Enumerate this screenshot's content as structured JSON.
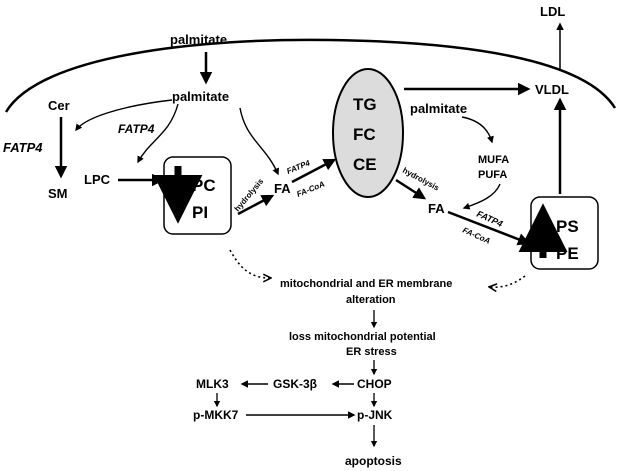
{
  "nodes": {
    "ldl": "LDL",
    "vldl": "VLDL",
    "palmitate_top": "palmitate",
    "palmitate_cell": "palmitate",
    "palmitate_right": "palmitate",
    "cer": "Cer",
    "sm": "SM",
    "fatp4_left": "FATP4",
    "fatp4_mid": "FATP4",
    "fatp4_small": "FATP4",
    "fatp4_right": "FATP4",
    "lpc": "LPC",
    "pc": "PC",
    "pi": "PI",
    "hydrolysis_left": "hydrolysis",
    "hydrolysis_right": "hydrolysis",
    "fa_left": "FA",
    "fa_right": "FA",
    "facoa_left": "FA-CoA",
    "facoa_right": "FA-CoA",
    "tg": "TG",
    "fc": "FC",
    "ce": "CE",
    "mufa": "MUFA",
    "pufa": "PUFA",
    "ps": "PS",
    "pe": "PE",
    "membrane_line1": "mitochondrial and ER membrane",
    "membrane_line2": "alteration",
    "loss_mito": "loss mitochondrial potential",
    "er_stress": "ER stress",
    "chop": "CHOP",
    "gsk": "GSK-3β",
    "mlk3": "MLK3",
    "pmkk7": "p-MKK7",
    "pjnk": "p-JNK",
    "apoptosis": "apoptosis"
  }
}
